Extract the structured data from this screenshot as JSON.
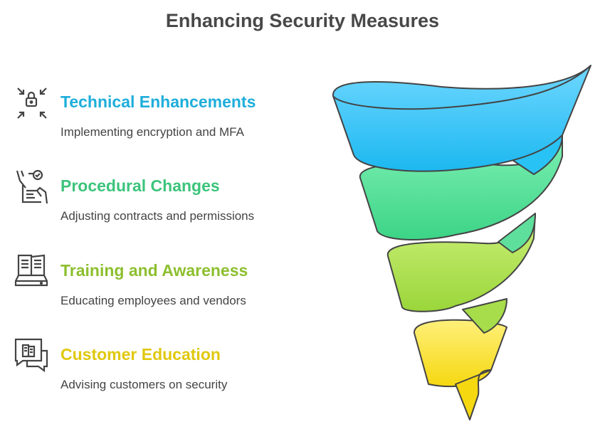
{
  "title": "Enhancing Security Measures",
  "items": [
    {
      "heading": "Technical Enhancements",
      "description": "Implementing encryption and MFA",
      "color": "#1EAEDB",
      "icon": "lock-arrows-icon"
    },
    {
      "heading": "Procedural Changes",
      "description": "Adjusting contracts and permissions",
      "color": "#3CC47C",
      "icon": "document-hands-check-icon"
    },
    {
      "heading": "Training and Awareness",
      "description": "Educating employees and vendors",
      "color": "#8DBF2F",
      "icon": "open-book-icon"
    },
    {
      "heading": "Customer Education",
      "description": "Advising customers on security",
      "color": "#E0C80E",
      "icon": "chat-bubbles-icon"
    }
  ]
}
